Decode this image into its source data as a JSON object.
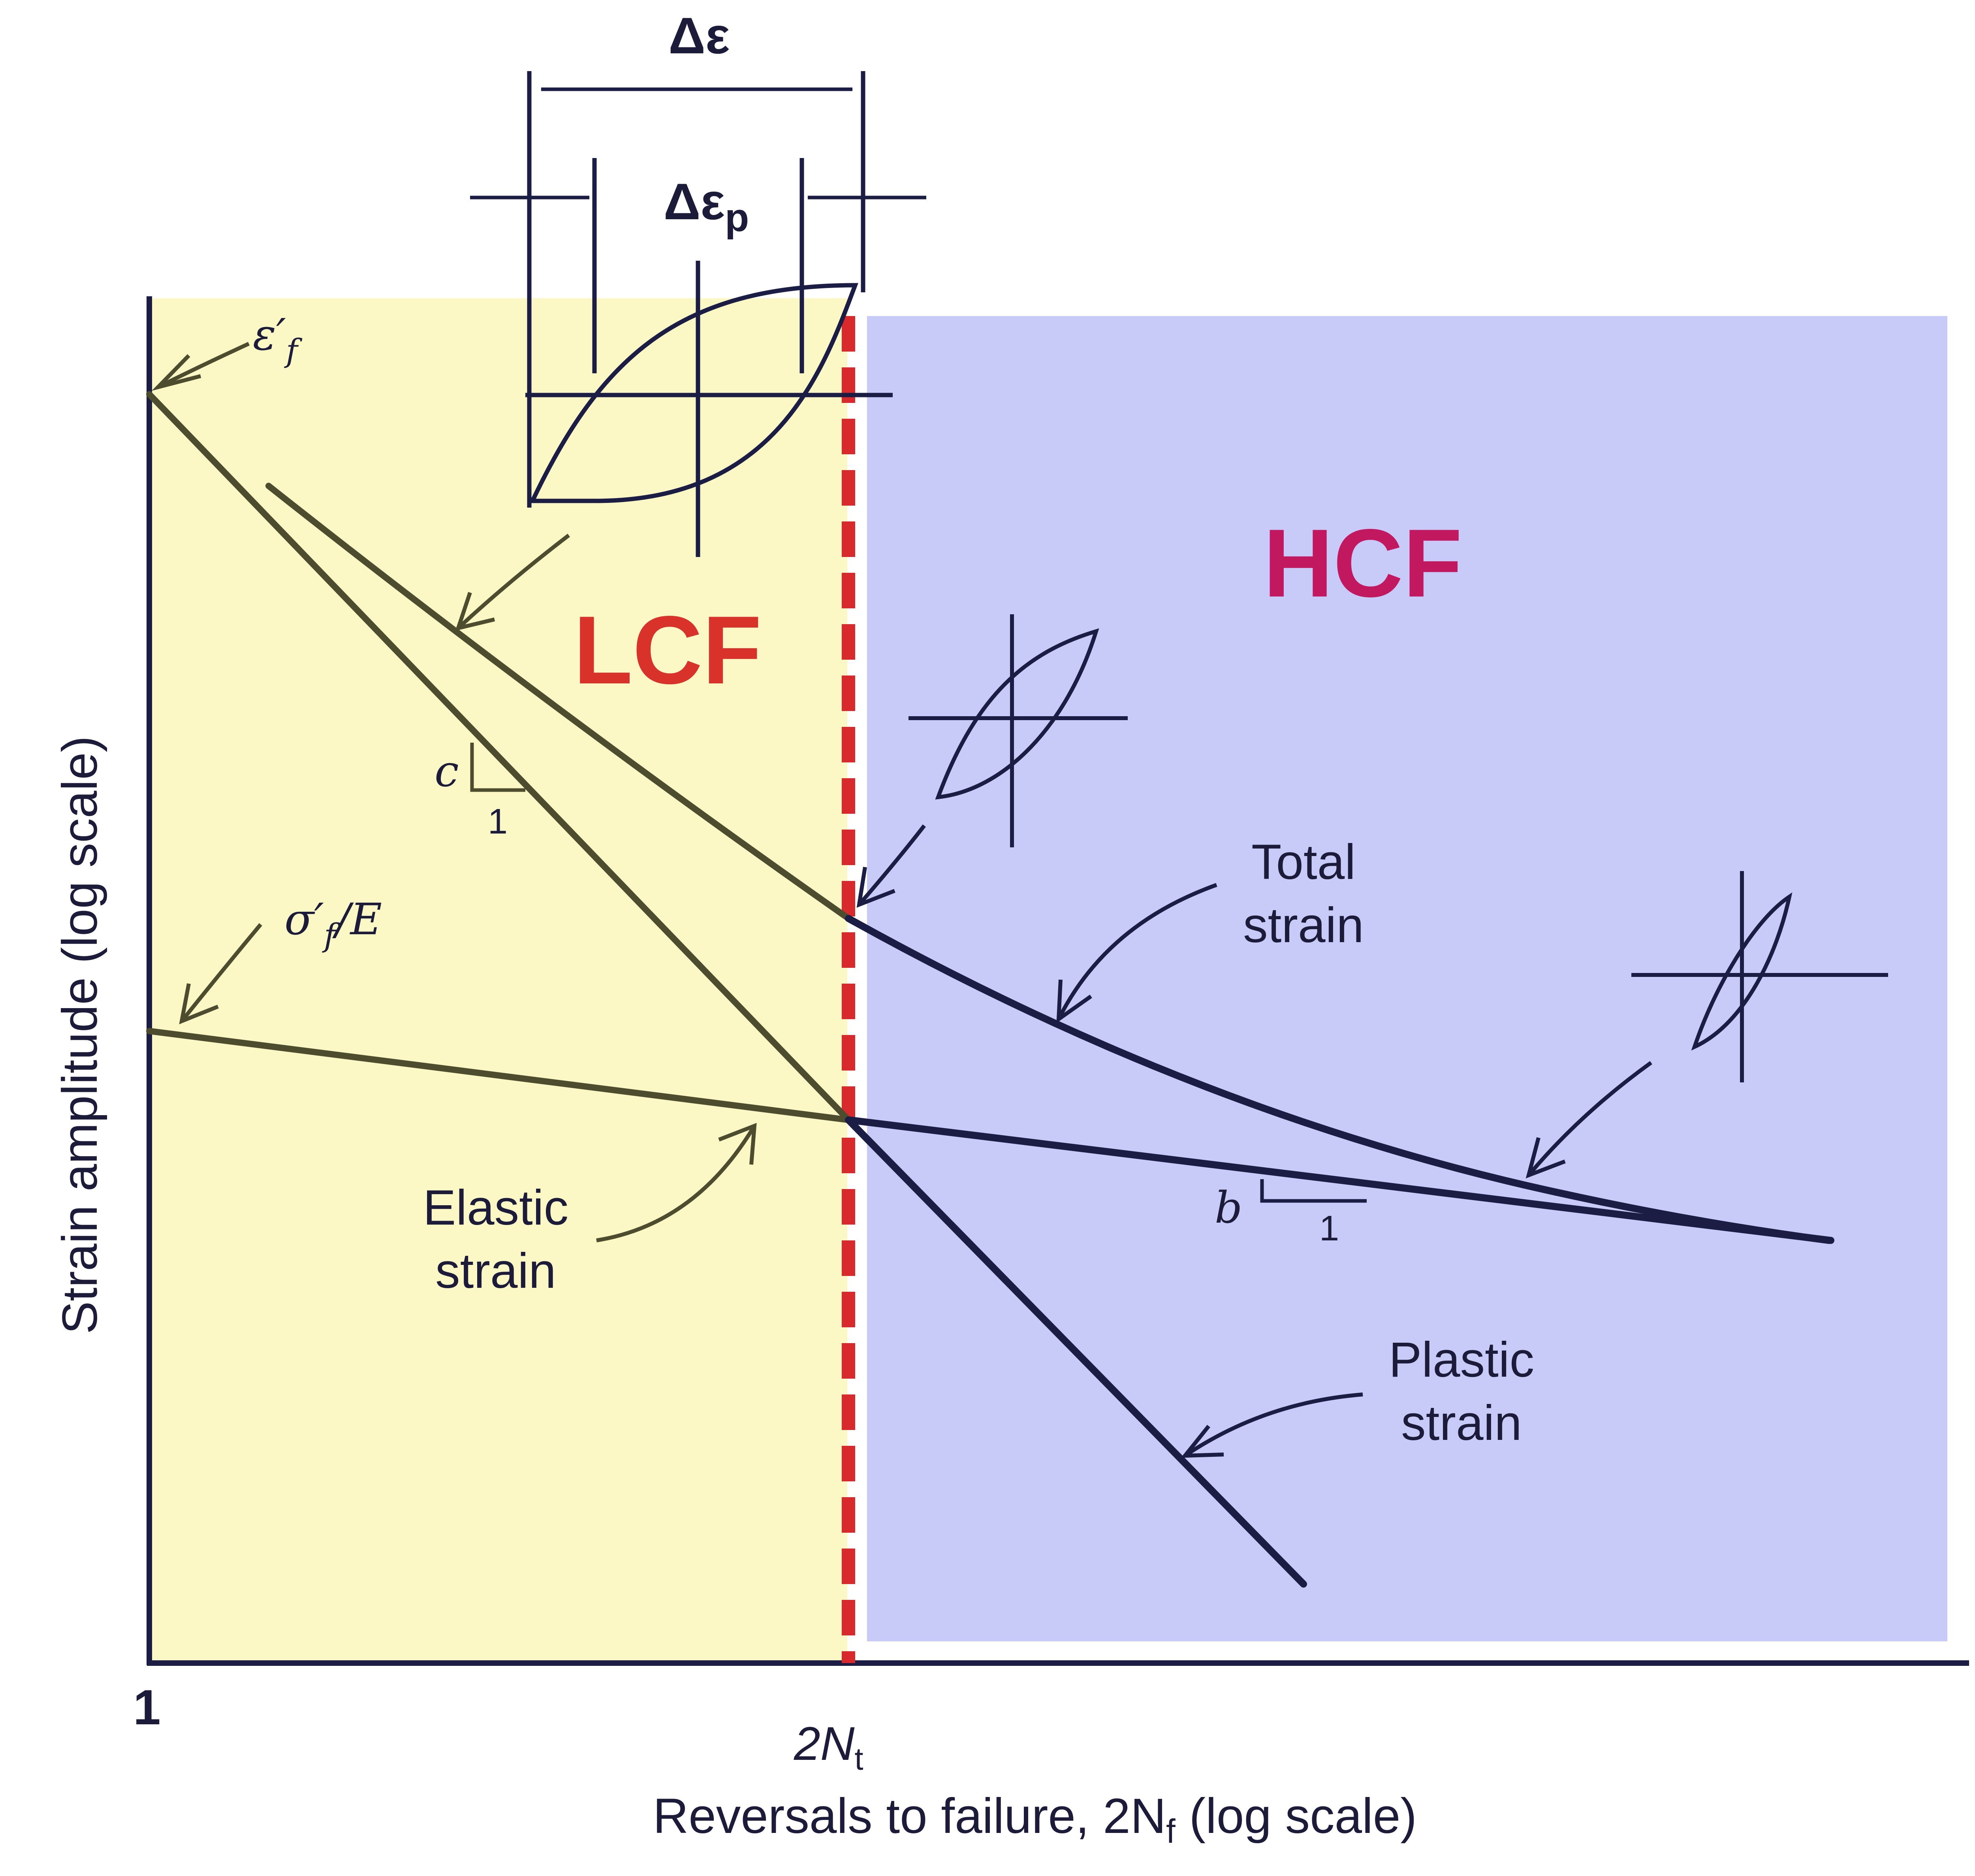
{
  "colors": {
    "lcf_region": "#fbf8c6",
    "hcf_region": "#c8cbf7",
    "line_dark": "#1b1d45",
    "line_olive": "#4e4c2e",
    "transition_dash": "#d8292c",
    "lcf_text": "#d8322a",
    "hcf_text": "#c21860",
    "text_dark": "#1c1c3a"
  },
  "labels": {
    "delta_eps": "Δε",
    "delta_eps_p_main": "Δε",
    "delta_eps_p_sub": "p",
    "eps_f_main": "ε′",
    "eps_f_sub": "f",
    "sigma_f_main": "σ′",
    "sigma_f_sub": "f",
    "sigma_f_rest": "/E",
    "lcf": "LCF",
    "hcf": "HCF",
    "slope_c": "c",
    "slope_c_run": "1",
    "slope_b": "b",
    "slope_b_run": "1",
    "total_strain_l1": "Total",
    "total_strain_l2": "strain",
    "elastic_strain_l1": "Elastic",
    "elastic_strain_l2": "strain",
    "plastic_strain_l1": "Plastic",
    "plastic_strain_l2": "strain",
    "x_tick_origin": "1",
    "x_tick_transition_main": "2N",
    "x_tick_transition_sub": "t",
    "x_axis_title_a": "Reversals to failure, 2N",
    "x_axis_title_sub": "f",
    "x_axis_title_b": " (log scale)",
    "y_axis_title": "Strain amplitude  (log scale)"
  },
  "icons": [
    "hysteresis-loop-large-icon",
    "hysteresis-loop-medium-icon",
    "hysteresis-loop-small-icon",
    "arrow-icon"
  ]
}
